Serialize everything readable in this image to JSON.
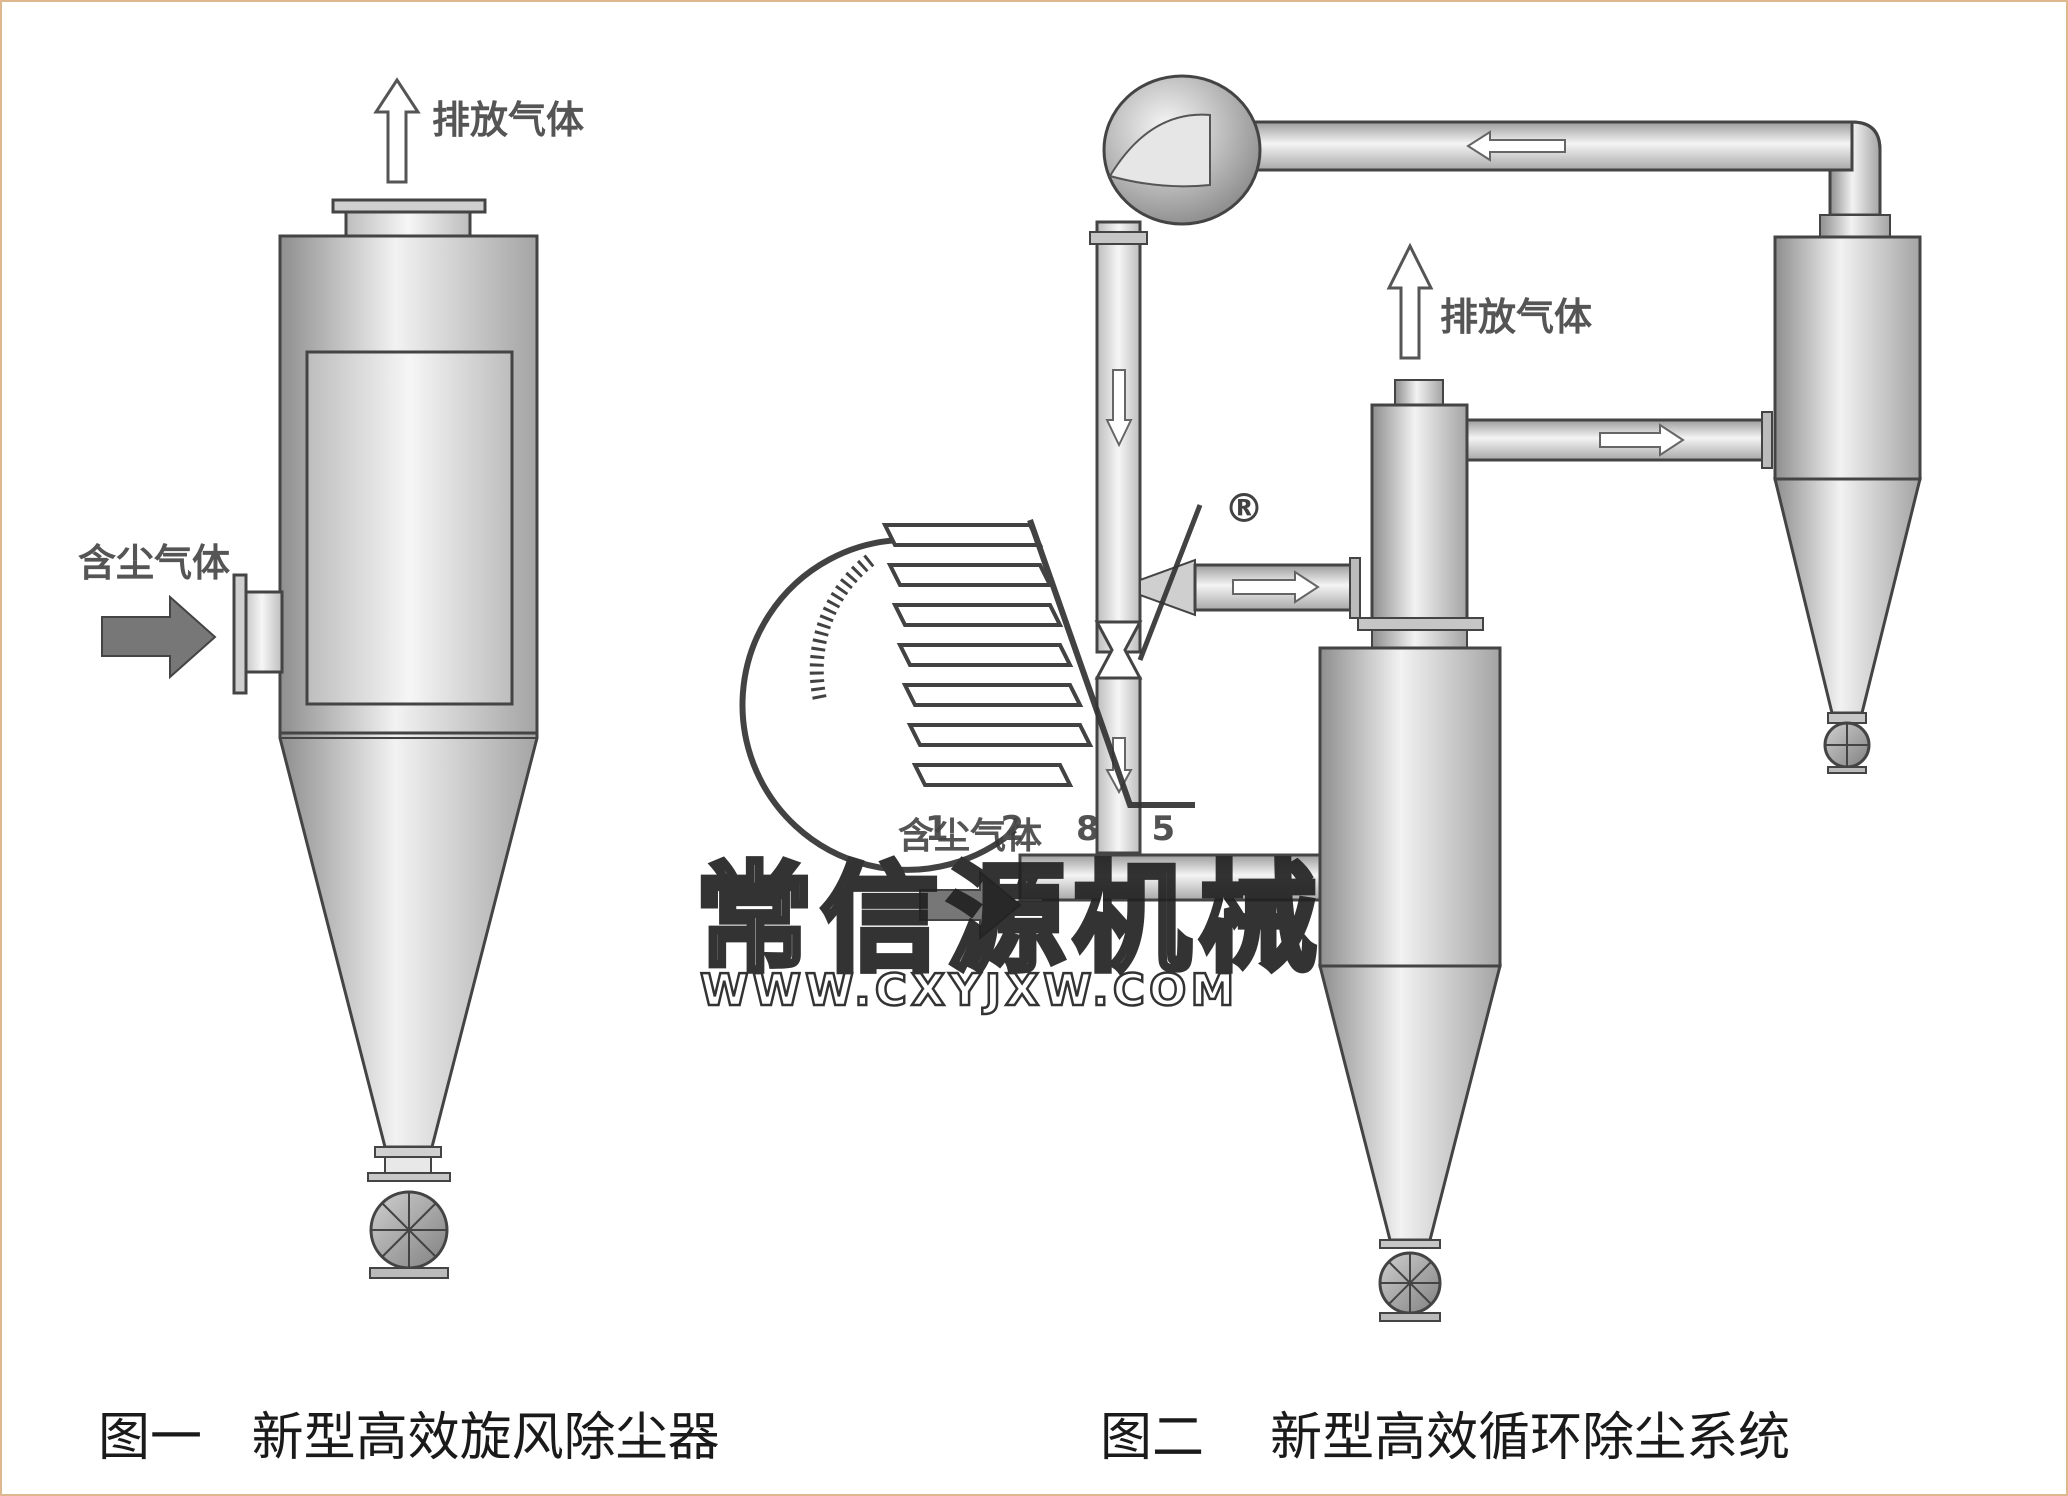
{
  "figure1": {
    "caption": "图一   新型高效旋风除尘器",
    "label_outlet": "排放气体",
    "label_inlet": "含尘气体"
  },
  "figure2": {
    "caption": "图二    新型高效循环除尘系统",
    "label_outlet": "排放气体",
    "label_inlet": "含尘气体"
  },
  "watermark": {
    "registered_mark": "®",
    "logo_numbers": "1 2 8 5",
    "company_name": "常信源机械",
    "website": "WWW.CXYJXW.COM"
  },
  "colors": {
    "border": "#e0b890",
    "equipment_dark": "#9a9a9a",
    "equipment_light": "#eeeeee",
    "arrow_fill": "#777777",
    "text": "#1a1a1a"
  }
}
